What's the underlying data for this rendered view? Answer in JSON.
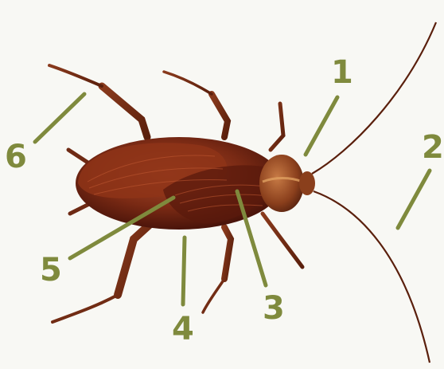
{
  "diagram": {
    "colors": {
      "background": "#f8f8f4",
      "callout": "#7f8a3d",
      "body_dark": "#4a140a",
      "body_mid": "#7a2a14",
      "body_light": "#a8492a",
      "leg": "#6e2a14",
      "head": "#a0552a"
    },
    "callouts": [
      {
        "id": "1",
        "label": "1"
      },
      {
        "id": "2",
        "label": "2"
      },
      {
        "id": "3",
        "label": "3"
      },
      {
        "id": "4",
        "label": "4"
      },
      {
        "id": "5",
        "label": "5"
      },
      {
        "id": "6",
        "label": "6"
      }
    ]
  }
}
